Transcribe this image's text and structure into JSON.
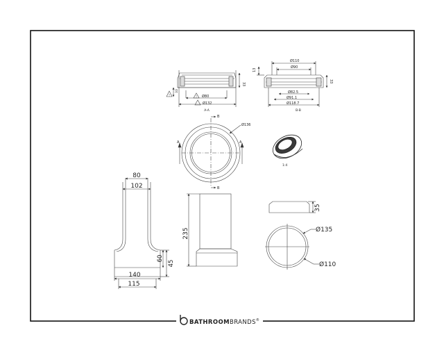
{
  "brand": {
    "name_bold": "BATHROOM",
    "name_light": "BRANDS",
    "registered_mark": "®",
    "logo_letter": "b"
  },
  "drawing": {
    "section_aa": {
      "label": "A-A",
      "dim_inner_diameter": "Ø80",
      "dim_outer_diameter": "Ø132",
      "dim_height": "33",
      "dim_side": "33",
      "warning_a": "!",
      "warning_b": "!"
    },
    "section_bb": {
      "label": "B-B",
      "dim_top_diameter": "Ø110",
      "dim_inner_top": "Ø90",
      "dim_height": "13",
      "dim_side": "33",
      "dim_inner_bottom": "Ø82.5",
      "dim_mid": "Ø91.1",
      "dim_bottom": "Ø118.7"
    },
    "plan_view": {
      "dim_diameter": "Ø136",
      "mark_a_left": "A",
      "mark_a_right": "A",
      "mark_b_top": "B",
      "mark_b_bottom": "B"
    },
    "iso_view": {
      "scale": "1:4"
    },
    "pipe_section": {
      "dim_inner_top": "80",
      "dim_outer_top": "102",
      "dim_base_width": "140",
      "dim_base_bottom": "115",
      "dim_step": "60",
      "dim_base_height": "45"
    },
    "pipe_elevation": {
      "dim_height": "235"
    },
    "collar_side": {
      "dim_height": "35"
    },
    "collar_plan": {
      "dim_outer": "Ø135",
      "dim_inner": "Ø110"
    }
  }
}
